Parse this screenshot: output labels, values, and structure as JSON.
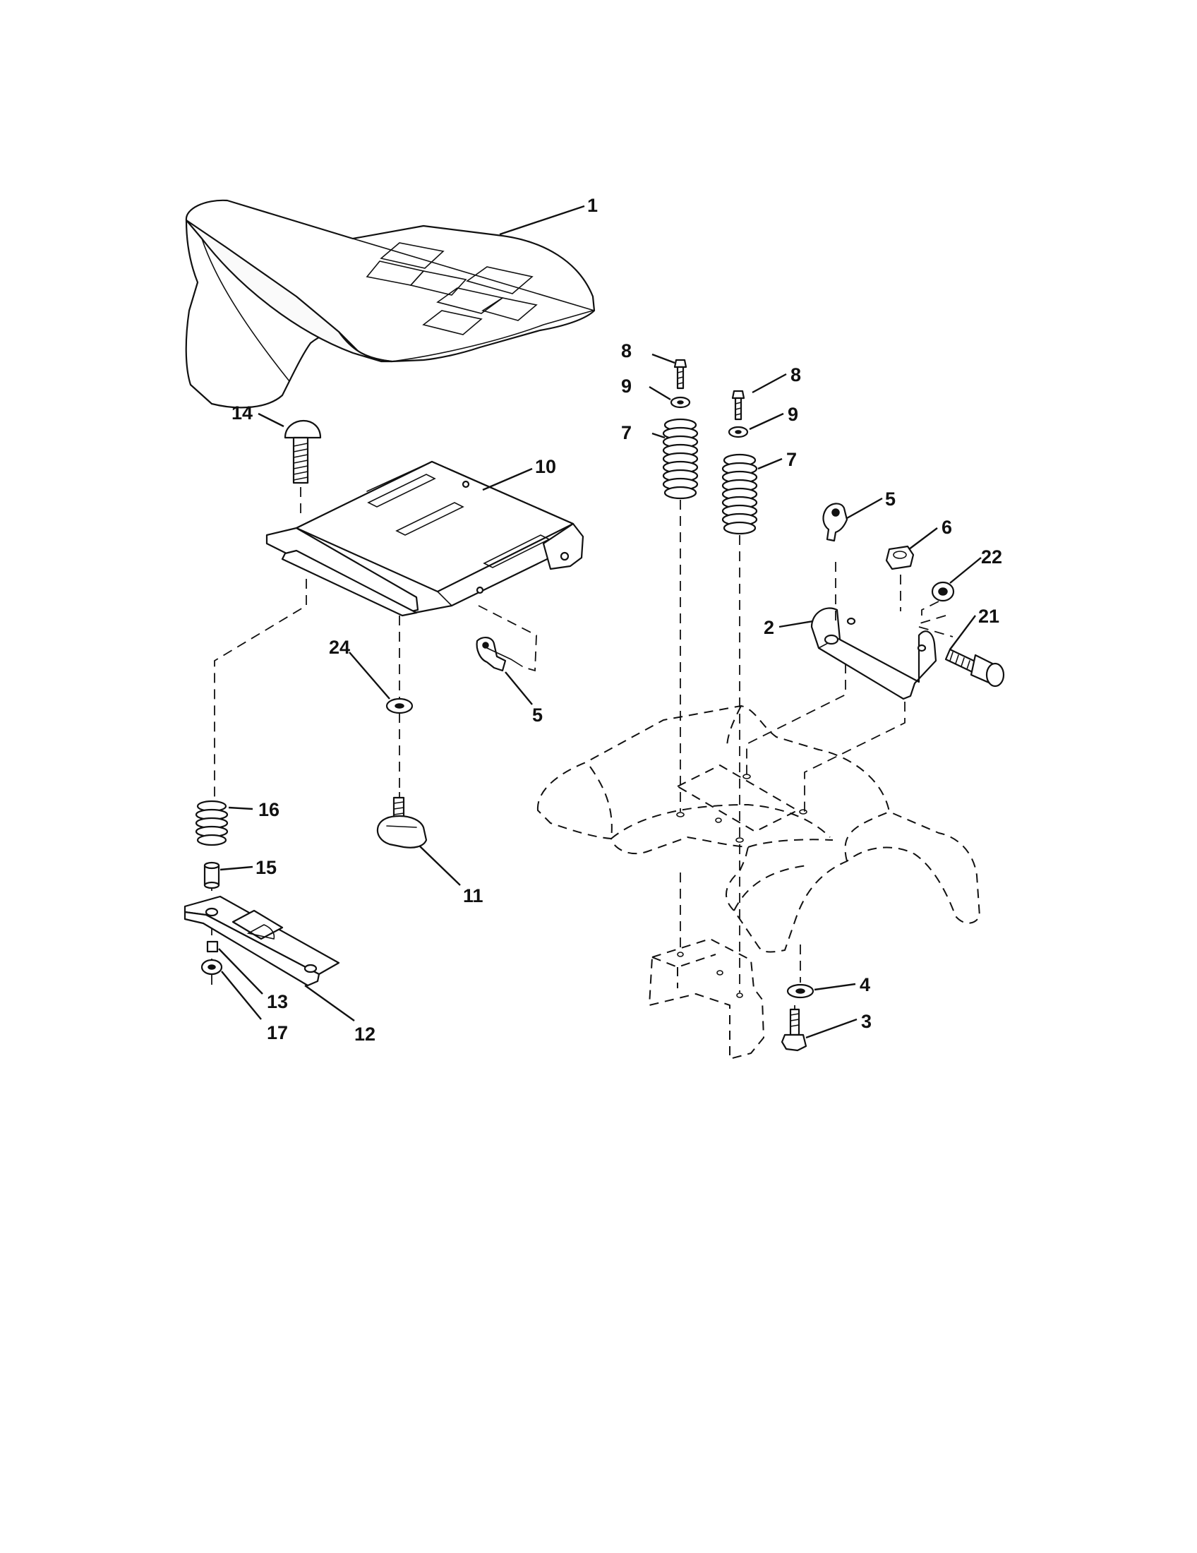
{
  "callouts": {
    "c1": "1",
    "c2": "2",
    "c3": "3",
    "c4": "4",
    "c5a": "5",
    "c5b": "5",
    "c6": "6",
    "c7a": "7",
    "c7b": "7",
    "c8a": "8",
    "c8b": "8",
    "c9a": "9",
    "c9b": "9",
    "c10": "10",
    "c11": "11",
    "c12": "12",
    "c13": "13",
    "c14": "14",
    "c15": "15",
    "c16": "16",
    "c17": "17",
    "c21": "21",
    "c22": "22",
    "c24": "24"
  }
}
